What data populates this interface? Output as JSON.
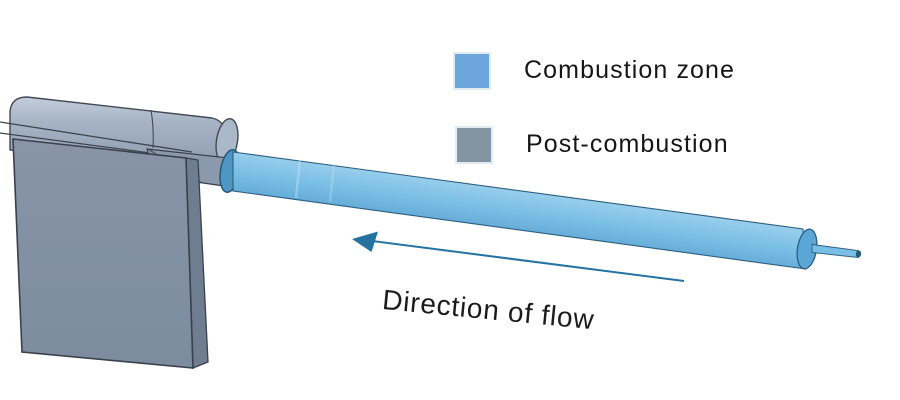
{
  "figure": {
    "background": "#ffffff"
  },
  "legend": {
    "items": [
      {
        "id": "combustion-zone",
        "label": "Combustion zone",
        "color": "#6CA6DC"
      },
      {
        "id": "post-combustion",
        "label": "Post-combustion",
        "color": "#8295A1"
      }
    ]
  },
  "flow": {
    "label": "Direction of flow",
    "direction": "left",
    "arrow_color": "#2573A1"
  },
  "model": {
    "combustion_tube_color": "#79BEE5",
    "chamber_color": "#7F8EA1"
  }
}
